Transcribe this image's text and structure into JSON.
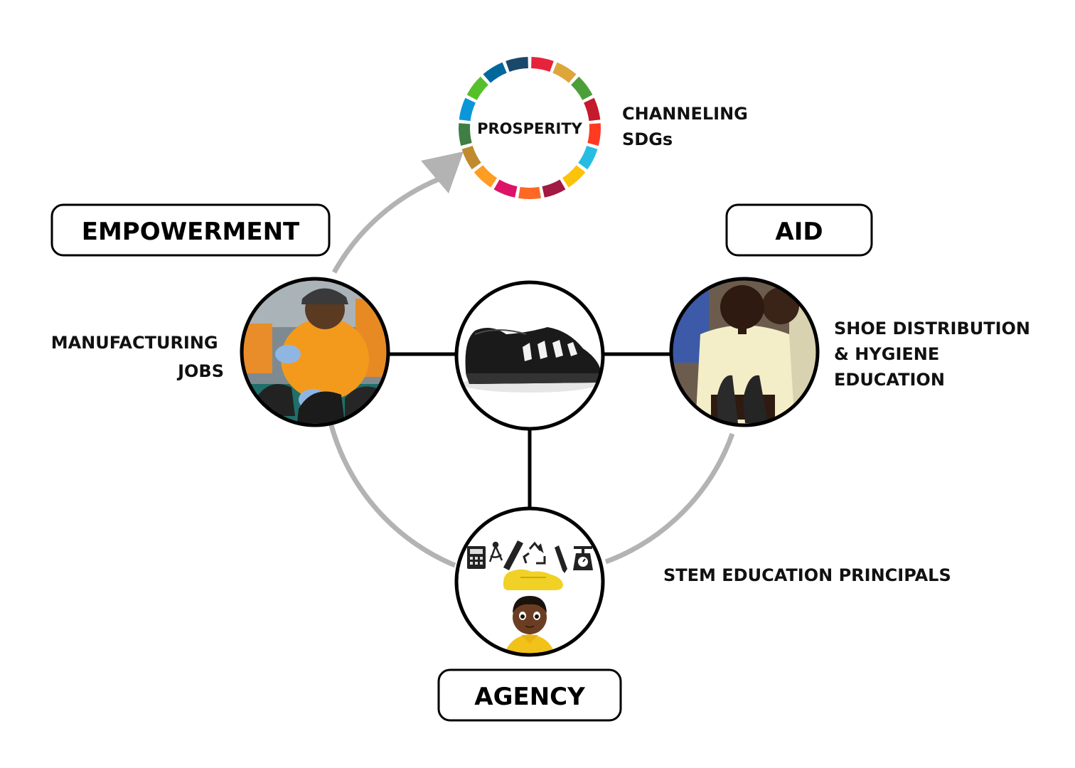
{
  "prosperity": {
    "label": "PROSPERITY",
    "caption_lines": [
      "CHANNELING",
      "SDGs"
    ],
    "sdg_colors": [
      "#E5243B",
      "#DDA63A",
      "#4C9F38",
      "#C5192D",
      "#FF3A21",
      "#26BDE2",
      "#FCC30B",
      "#A21942",
      "#FD6925",
      "#DD1367",
      "#FD9D24",
      "#BF8B2E",
      "#3F7E44",
      "#0A97D9",
      "#56C02B",
      "#00689D",
      "#19486A"
    ]
  },
  "boxes": {
    "empowerment": "EMPOWERMENT",
    "aid": "AID",
    "agency": "AGENCY"
  },
  "captions": {
    "manufacturing_lines": [
      "MANUFACTURING",
      "JOBS"
    ],
    "distribution_lines": [
      "SHOE DISTRIBUTION",
      "& HYGIENE",
      "EDUCATION"
    ],
    "stem": "STEM EDUCATION PRINCIPALS"
  },
  "icons": {
    "manufacturing": "factory-worker-photo",
    "shoe": "black-shoe-photo",
    "distribution": "children-holding-shoes-photo",
    "stem": [
      "calculator-icon",
      "compass-icon",
      "ruler-icon",
      "recycle-icon",
      "pencil-icon",
      "scale-icon",
      "yellow-shoe-icon",
      "child-avatar"
    ]
  },
  "colors": {
    "cycle_gray": "#b3b3b3",
    "connector": "#000000",
    "worker_shirt": "#f39a1d",
    "school_uniform": "#f3eec8",
    "shoe_yellow": "#f2d126"
  }
}
